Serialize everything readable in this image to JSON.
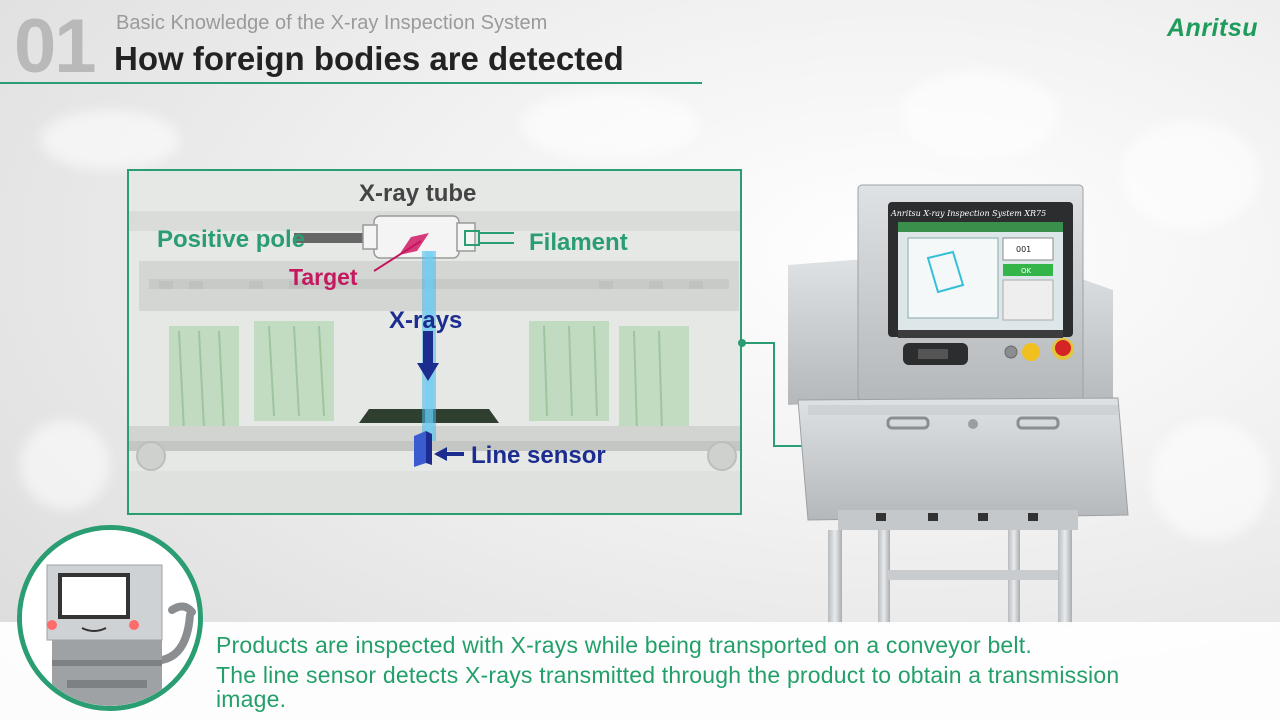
{
  "header": {
    "number": "01",
    "subtitle": "Basic Knowledge of the X-ray Inspection System",
    "title": "How foreign bodies are detected"
  },
  "brand": {
    "logo_text": "Anritsu"
  },
  "diagram": {
    "xray_tube": "X-ray tube",
    "positive_pole": "Positive pole",
    "filament": "Filament",
    "target": "Target",
    "xrays": "X-rays",
    "line_sensor": "Line sensor"
  },
  "machine_screen": {
    "brand": "Anritsu",
    "title": "X-ray Inspection System",
    "model": "XR75",
    "counter": "001",
    "status": "OK"
  },
  "caption": {
    "line1": "Products are inspected with X-rays while being transported on a conveyor belt.",
    "line2": "The line sensor detects X-rays transmitted through the product to obtain a transmission",
    "line3": "image."
  },
  "colors": {
    "accent": "#2a9d72",
    "target": "#c4185f",
    "xray": "#1c2d8f"
  }
}
